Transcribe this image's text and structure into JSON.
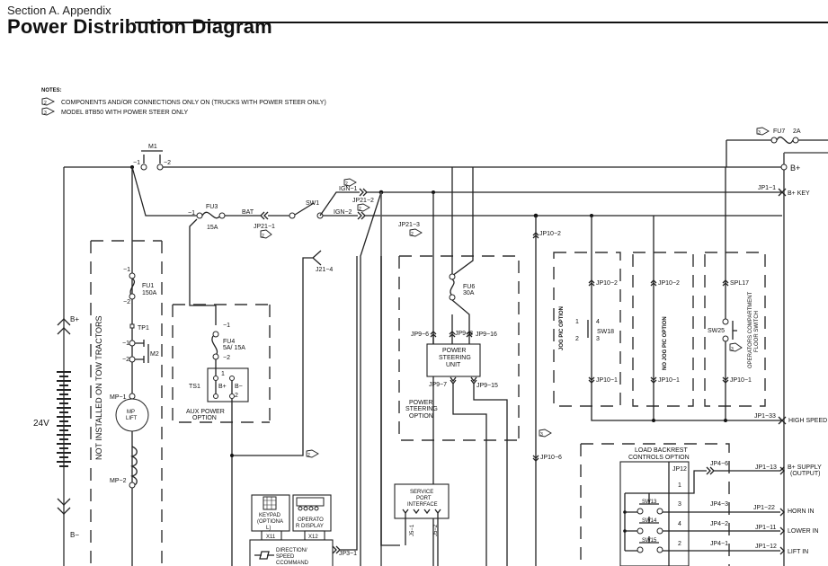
{
  "header": {
    "section": "Section A.  Appendix",
    "title": "Power Distribution Diagram"
  },
  "notes": {
    "heading": "NOTES:",
    "items": [
      {
        "marker": "2",
        "text": "COMPONENTS AND/OR CONNECTIONS ONLY ON (TRUCKS WITH POWER STEER ONLY)"
      },
      {
        "marker": "3",
        "text": "MODEL 8TB50 WITH POWER STEER ONLY"
      }
    ]
  },
  "battery": {
    "voltage": "24V",
    "pos": "B+",
    "neg": "B−"
  },
  "main_contactor": {
    "name": "M1",
    "pin1": "−1",
    "pin2": "−2"
  },
  "tow_group": {
    "label": "NOT INSTALLED ON TOW TRACTORS",
    "fu1": {
      "name": "FU1",
      "rating": "150A",
      "pin1": "−1",
      "pin2": "−2"
    },
    "tp1": "TP1",
    "m2": {
      "name": "M2",
      "pin1": "−1",
      "pin2": "−2"
    },
    "motor": {
      "line1": "MP",
      "line2": "LIFT",
      "pin1": "MP−1",
      "pin2": "MP−2"
    }
  },
  "fu3": {
    "name": "FU3",
    "rating": "15A",
    "pin1": "−1"
  },
  "bat_label": "BAT",
  "jp21_1": "JP21−1",
  "sw1": "SW1",
  "ign1": "IGN−1",
  "ign2": "IGN−2",
  "jp21_2": "JP21−2",
  "jp21_3": "JP21−3",
  "j21_4": "J21−4",
  "aux": {
    "label_line1": "AUX POWER",
    "label_line2": "OPTION",
    "fu4": {
      "name": "FU4",
      "rating": "5A/ 15A",
      "pin1": "−1",
      "pin2": "−2"
    },
    "ts1": {
      "name": "TS1",
      "bplus": "B+",
      "bminus": "B−",
      "pin1": "1",
      "pin2": "2"
    }
  },
  "power_steering": {
    "fu6": {
      "name": "FU6",
      "rating": "30A"
    },
    "unit_line1": "POWER",
    "unit_line2": "STEERING",
    "unit_line3": "UNIT",
    "jp9_6": "JP9−6",
    "jp9_8": "JP9−8",
    "jp9_16": "JP9−16",
    "jp9_7": "JP9−7",
    "jp9_15": "JP9−15",
    "option_line1": "POWER",
    "option_line2": "STEERING",
    "option_line3": "OPTION"
  },
  "jp10_2": "JP10−2",
  "jp10_6": "JP10−6",
  "jog": {
    "label": "JOG PIC OPTION",
    "jp10_2": "JP10−2",
    "jp10_1": "JP10−1",
    "sw18": "SW18",
    "p1": "1",
    "p2": "2",
    "p3": "3",
    "p4": "4"
  },
  "nojog": {
    "label": "NO JOG PIC OPTION",
    "jp10_2": "JP10−2",
    "jp10_1": "JP10−1"
  },
  "floor": {
    "label_line1": "OPERATORS COMPARTMENT",
    "label_line2": "FLOOR SWITCH",
    "spl17": "SPL17",
    "sw25": "SW25",
    "jp10_1": "JP10−1"
  },
  "fu7": {
    "name": "FU7",
    "rating": "2A",
    "marker": "3"
  },
  "right_bus": {
    "bplus": "B+",
    "jp1_1": "JP1−1",
    "bkey": "B+ KEY",
    "jp1_33": "JP1−33",
    "high_speed": "HIGH SPEED",
    "jp1_13": "JP1−13",
    "supply_line1": "B+ SUPPLY",
    "supply_line2": "(OUTPUT)",
    "jp1_22": "JP1−22",
    "horn": "HORN IN",
    "jp1_11": "JP1−11",
    "lower": "LOWER IN",
    "jp1_12": "JP1−12",
    "lift": "LIFT IN"
  },
  "backrest": {
    "label_line1": "LOAD BACKREST",
    "label_line2": "CONTROLS OPTION",
    "jp12": "JP12",
    "pins": [
      "1",
      "3",
      "4",
      "2"
    ],
    "jp4_6": "JP4−6",
    "jp4_3": "JP4−3",
    "jp4_2": "JP4−2",
    "jp4_1": "JP4−1",
    "switches": [
      "SW13",
      "SW14",
      "SW15"
    ],
    "sw_pin_a": "3",
    "sw_pin_b": "4"
  },
  "controller": {
    "keypad_line1": "KEYPAD",
    "keypad_line2": "(OPTIONA",
    "keypad_line3": "L)",
    "x11": "X11",
    "display_line1": "OPERATO",
    "display_line2": "R  DISPLAY",
    "x12": "X12",
    "cmd_line1": "DIRECTION/",
    "cmd_line2": "SPEED",
    "cmd_line3": "CCOMMAND",
    "jp3_1": "JP3−1"
  },
  "service_port": {
    "line1": "SERVICE",
    "line2": "PORT",
    "line3": "INTERFACE",
    "j5_1": "J5−1",
    "j5_2": "J5−2"
  },
  "markers": {
    "two": "2",
    "three": "3"
  }
}
